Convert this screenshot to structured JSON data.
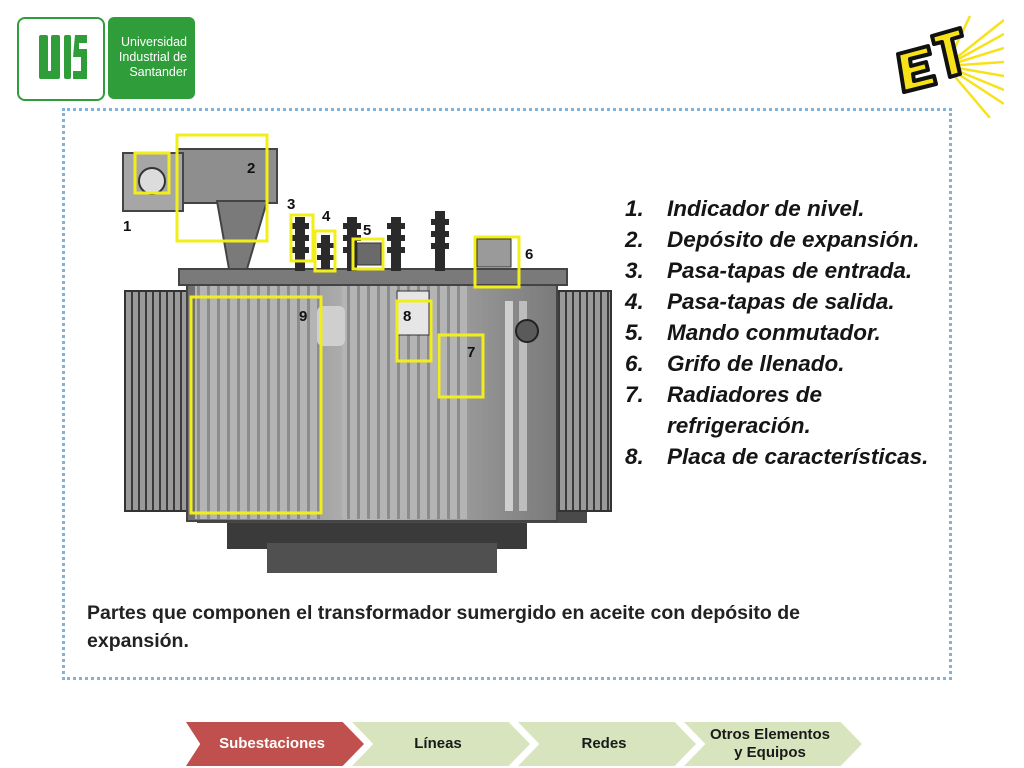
{
  "header": {
    "university_logo": {
      "lines": [
        "Universidad",
        "Industrial de",
        "Santander"
      ],
      "mark": "UIS"
    },
    "et_logo": {
      "mark": "ET"
    }
  },
  "figure": {
    "callouts": [
      "1",
      "2",
      "3",
      "4",
      "5",
      "6",
      "7",
      "8",
      "9"
    ],
    "legend": [
      {
        "num": "1.",
        "label": "Indicador de nivel."
      },
      {
        "num": "2.",
        "label": "Depósito de expansión."
      },
      {
        "num": "3.",
        "label": "Pasa-tapas de entrada."
      },
      {
        "num": "4.",
        "label": "Pasa-tapas de salida."
      },
      {
        "num": "5.",
        "label": "Mando conmutador."
      },
      {
        "num": "6.",
        "label": "Grifo de llenado."
      },
      {
        "num": "7.",
        "label": "Radiadores de refrigeración."
      },
      {
        "num": "8.",
        "label": "Placa de características."
      }
    ],
    "caption": "Partes que componen el transformador sumergido en aceite con depósito de expansión."
  },
  "nav": {
    "tabs": [
      {
        "label": "Subestaciones",
        "active": true,
        "color": "#c0504d",
        "text_color": "#ffffff"
      },
      {
        "label": "Líneas",
        "active": false,
        "color": "#d7e4bd",
        "text_color": "#1a1a1a"
      },
      {
        "label": "Redes",
        "active": false,
        "color": "#d7e4bd",
        "text_color": "#1a1a1a"
      },
      {
        "label": "Otros Elementos y Equipos",
        "active": false,
        "color": "#d7e4bd",
        "text_color": "#1a1a1a"
      }
    ]
  },
  "colors": {
    "uis_green": "#2f9e3a",
    "frame_border": "#7fb2dd",
    "callout_yellow": "#f2ee1a",
    "et_logo_yellow": "#f7e21a"
  }
}
